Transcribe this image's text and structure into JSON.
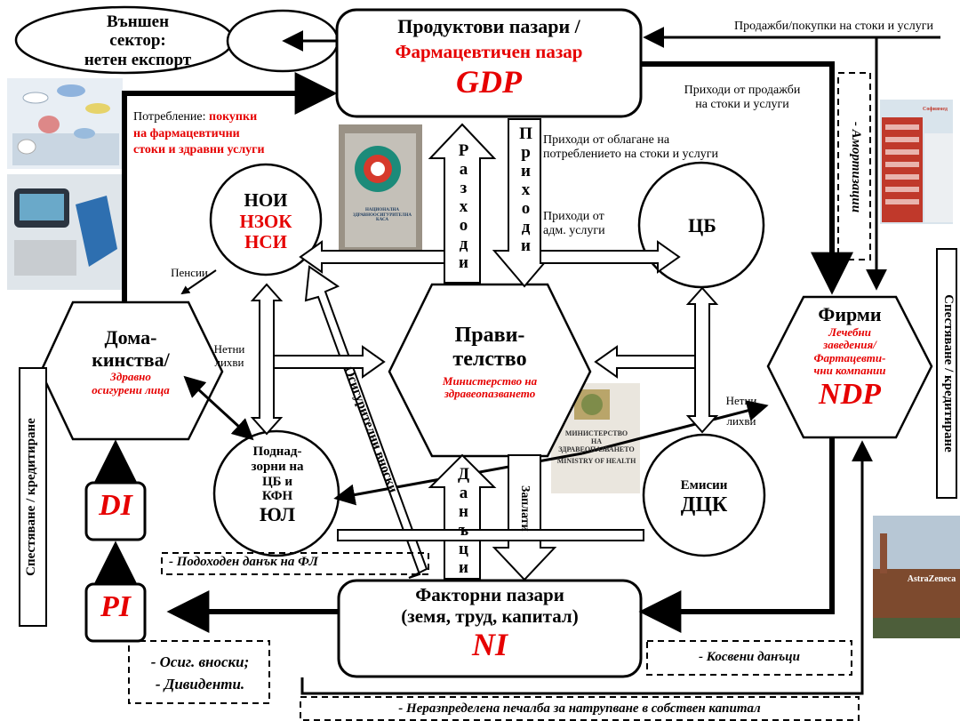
{
  "external_sector": {
    "line1": "Външен",
    "line2": "сектор:",
    "line3": "нетен експорт"
  },
  "product_markets": {
    "title": "Продуктови пазари /",
    "subtitle": "Фармацевтичен пазар",
    "metric": "GDP"
  },
  "households": {
    "title_1": "Дома-",
    "title_2": "кинства/",
    "sub_1": "Здравно",
    "sub_2": "осигурени лица",
    "metric_di": "DI",
    "metric_pi": "PI"
  },
  "firms": {
    "title": "Фирми",
    "sub_1": "Лечебни",
    "sub_2": "заведения/",
    "sub_3": "Фартацевти-",
    "sub_4": "чни компании",
    "metric": "NDP"
  },
  "government": {
    "title_1": "Прави-",
    "title_2": "телство",
    "sub_1": "Министерство на",
    "sub_2": "здравеопазването"
  },
  "noi": {
    "line1": "НОИ",
    "line2": "НЗОК",
    "line3": "НСИ"
  },
  "central_bank": {
    "label": "ЦБ"
  },
  "supervised": {
    "line1": "Поднад-",
    "line2": "зорни на",
    "line3": "ЦБ и",
    "line4": "КФН",
    "line5": "ЮЛ"
  },
  "emissions": {
    "line1": "Емисии",
    "line2": "ДЦК"
  },
  "factor_markets": {
    "title": "Факторни пазари",
    "subtitle": "(земя, труд, капитал)",
    "metric": "NI"
  },
  "labels": {
    "sales_purchases": "Продажби/покупки на стоки и услуги",
    "revenue_1": "Приходи от продажби",
    "revenue_2": "на стоки и услуги",
    "consumption_1": "Потребление:",
    "consumption_2": "покупки",
    "consumption_3": "на фармацевтични",
    "consumption_4": "стоки и здравни услуги",
    "tax_rev_1": "Приходи от облагане на",
    "tax_rev_2": "потреблението на стоки и услуги",
    "adm_1": "Приходи от",
    "adm_2": "адм. услуги",
    "pensions": "Пенсии",
    "net_interest_1": "Нетни",
    "net_interest_2": "лихви",
    "net_interest_3": "Нетни",
    "net_interest_4": "лихви",
    "expenditures": "Разходи",
    "revenues": "Приходи",
    "taxes": "Данъци",
    "salaries": "Заплати",
    "social_contrib": "Осигурителни вноски",
    "depreciation": "- Амортизации",
    "savings_left": "Спестяване / кредитиране",
    "savings_right": "Спестяване / кредитиране",
    "income_tax": "- Подоходен данък на ФЛ",
    "contrib_div_1": "- Осиг. вноски;",
    "contrib_div_2": "- Дивиденти.",
    "indirect_taxes": "- Косвени данъци",
    "retained": "- Неразпределена печалба за натрупване в собствен капитал"
  },
  "photos": {
    "ministry_sign_1": "МИНИСТЕРСТВО",
    "ministry_sign_2": "НА ЗДРАВЕОПАЗВАНЕТО",
    "ministry_sign_3": "MINISTRY OF HEALTH",
    "nzok_sign_1": "НАЦИОНАЛНА",
    "nzok_sign_2": "ЗДРАВНООСИГУРИТЕЛНА",
    "nzok_sign_3": "КАСА",
    "astrazeneca": "AstraZeneca",
    "hospital_sign": "Софиямед"
  },
  "colors": {
    "accent_red": "#e60000",
    "line": "#000000"
  }
}
